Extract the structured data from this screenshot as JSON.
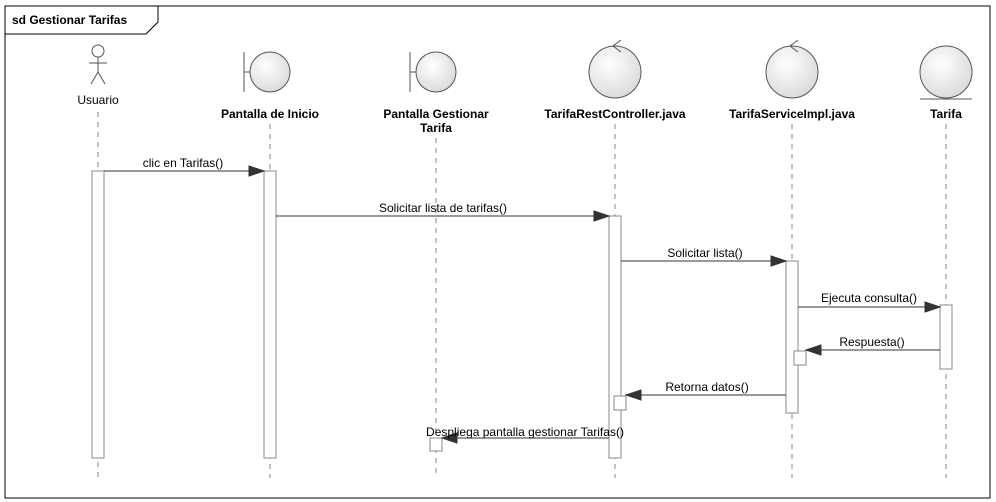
{
  "frame": {
    "title": "sd Gestionar Tarifas"
  },
  "lifelines": [
    {
      "id": "usuario",
      "kind": "actor",
      "label": "Usuario"
    },
    {
      "id": "pantalla-inicio",
      "kind": "boundary",
      "label": "Pantalla de Inicio"
    },
    {
      "id": "pantalla-gestionar",
      "kind": "boundary",
      "label": "Pantalla Gestionar",
      "label2": "Tarifa"
    },
    {
      "id": "rest-controller",
      "kind": "control",
      "label": "TarifaRestController.java"
    },
    {
      "id": "service-impl",
      "kind": "control",
      "label": "TarifaServiceImpl.java"
    },
    {
      "id": "tarifa",
      "kind": "entity",
      "label": "Tarifa"
    }
  ],
  "messages": [
    {
      "id": "m1",
      "label": "clic en Tarifas()",
      "from": "usuario",
      "to": "pantalla-inicio",
      "type": "call"
    },
    {
      "id": "m2",
      "label": "Solicitar lista de tarifas()",
      "from": "pantalla-inicio",
      "to": "rest-controller",
      "type": "call"
    },
    {
      "id": "m3",
      "label": "Solicitar lista()",
      "from": "rest-controller",
      "to": "service-impl",
      "type": "call"
    },
    {
      "id": "m4",
      "label": "Ejecuta consulta()",
      "from": "service-impl",
      "to": "tarifa",
      "type": "call"
    },
    {
      "id": "m5",
      "label": "Respuesta()",
      "from": "tarifa",
      "to": "service-impl",
      "type": "return"
    },
    {
      "id": "m6",
      "label": "Retorna datos()",
      "from": "service-impl",
      "to": "rest-controller",
      "type": "return"
    },
    {
      "id": "m7",
      "label": "Despliega pantalla gestionar Tarifas()",
      "from": "rest-controller",
      "to": "pantalla-gestionar",
      "type": "return"
    }
  ]
}
